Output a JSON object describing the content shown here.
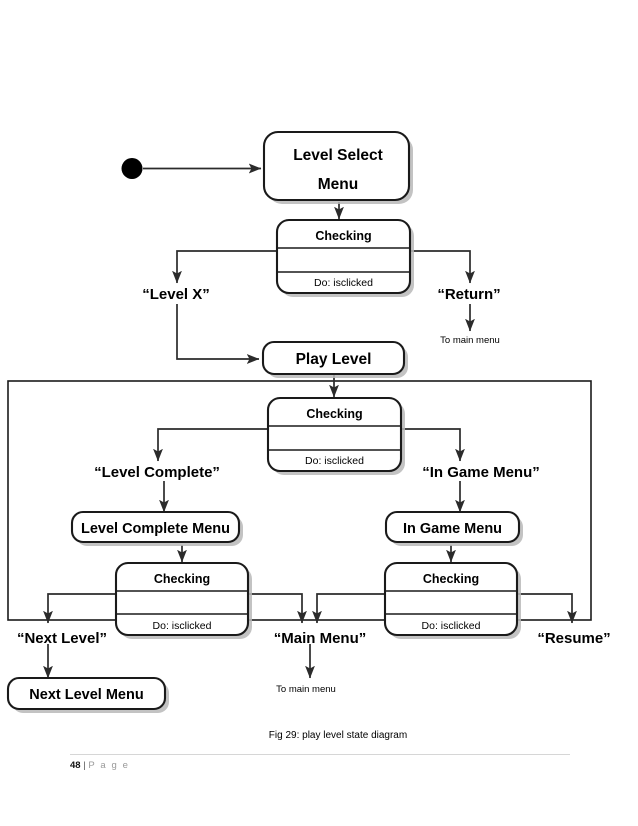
{
  "document": {
    "figure_caption": "Fig 29: play level state diagram",
    "footer": {
      "page_number": "48",
      "separator": "|",
      "page_word": "P a g e"
    }
  },
  "diagram": {
    "type": "uml-state-diagram",
    "title": "play level state diagram",
    "colors": {
      "stroke": "#1a1a1a",
      "connector": "#2b2b2b",
      "fill": "#ffffff",
      "shadow": "#b8b8b8",
      "footer_rule": "#d6d6d6"
    },
    "initial_state": {
      "name": "initial-pseudostate",
      "label": ""
    },
    "states": [
      {
        "id": "level-select-menu",
        "label_lines": [
          "Level Select",
          "Menu"
        ],
        "kind": "simple-state"
      },
      {
        "id": "checking-1",
        "title": "Checking",
        "activity": "Do: isclicked",
        "kind": "state-with-compartments"
      },
      {
        "id": "play-level",
        "label_lines": [
          "Play Level"
        ],
        "kind": "simple-state"
      },
      {
        "id": "checking-2",
        "title": "Checking",
        "activity": "Do: isclicked",
        "kind": "state-with-compartments"
      },
      {
        "id": "level-complete-menu",
        "label_lines": [
          "Level Complete Menu"
        ],
        "kind": "simple-state"
      },
      {
        "id": "in-game-menu",
        "label_lines": [
          "In Game Menu"
        ],
        "kind": "simple-state"
      },
      {
        "id": "checking-3",
        "title": "Checking",
        "activity": "Do: isclicked",
        "kind": "state-with-compartments"
      },
      {
        "id": "checking-4",
        "title": "Checking",
        "activity": "Do: isclicked",
        "kind": "state-with-compartments"
      },
      {
        "id": "next-level-menu",
        "label_lines": [
          "Next Level Menu"
        ],
        "kind": "simple-state"
      }
    ],
    "transitions": [
      {
        "id": "t-level-x",
        "label": "“Level X”",
        "from": "checking-1",
        "to": "play-level"
      },
      {
        "id": "t-return",
        "label": "“Return”",
        "from": "checking-1",
        "to": "to-main-menu-1"
      },
      {
        "id": "t-level-complete",
        "label": "“Level Complete”",
        "from": "checking-2",
        "to": "level-complete-menu"
      },
      {
        "id": "t-in-game-menu",
        "label": "“In Game Menu”",
        "from": "checking-2",
        "to": "in-game-menu"
      },
      {
        "id": "t-next-level",
        "label": "“Next Level”",
        "from": "checking-3",
        "to": "next-level-menu"
      },
      {
        "id": "t-main-menu",
        "label": "“Main Menu”",
        "from": "checking-3,checking-4",
        "to": "to-main-menu-2"
      },
      {
        "id": "t-resume",
        "label": "“Resume”",
        "from": "checking-4",
        "to": "play-level"
      }
    ],
    "notes": [
      {
        "id": "note-main-menu-1",
        "text": "To main menu"
      },
      {
        "id": "note-main-menu-2",
        "text": "To main menu"
      }
    ],
    "composite_region": {
      "id": "play-level-region",
      "label": ""
    }
  }
}
